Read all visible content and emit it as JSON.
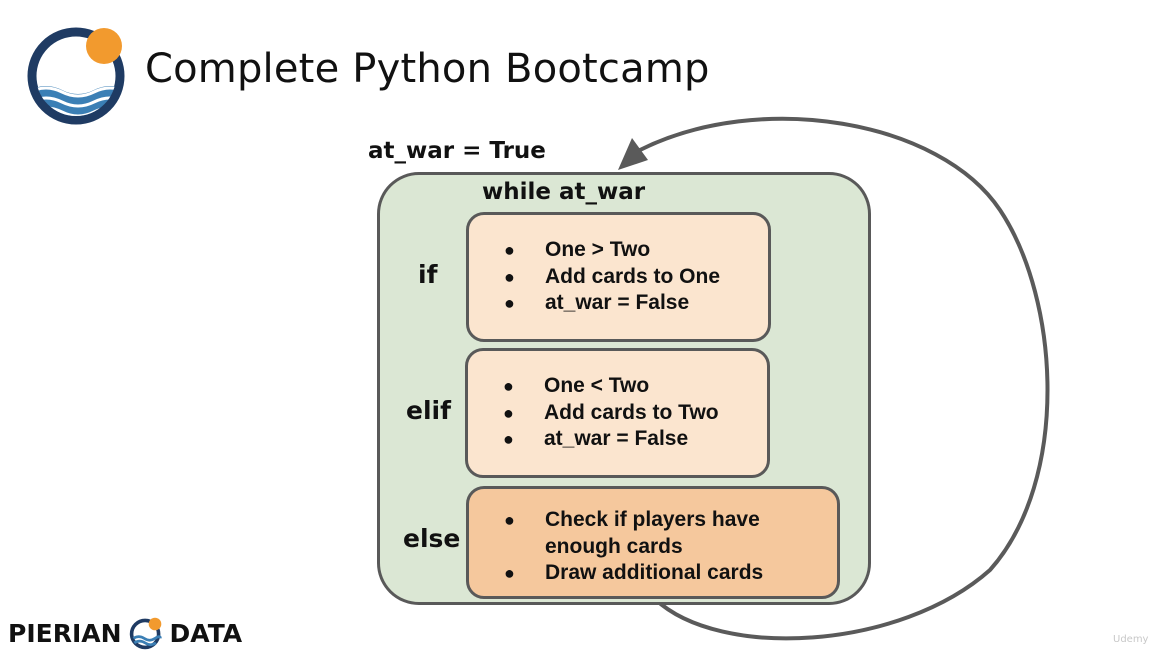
{
  "header": {
    "title": "Complete Python Bootcamp"
  },
  "diagram": {
    "init": "at_war = True",
    "loop_label": "while at_war",
    "branches": [
      {
        "keyword": "if",
        "items": [
          "One > Two",
          "Add cards to One",
          "at_war = False"
        ]
      },
      {
        "keyword": "elif",
        "items": [
          "One < Two",
          "Add cards to Two",
          "at_war = False"
        ]
      },
      {
        "keyword": "else",
        "items": [
          "Check if players have enough cards",
          "Draw additional cards"
        ]
      }
    ],
    "bullet": "●"
  },
  "footer": {
    "brand_left": "PIERIAN",
    "brand_right": "DATA",
    "watermark": "Udemy"
  },
  "colors": {
    "loop_fill": "#dbe7d4",
    "branch_fill": "#fbe5cf",
    "else_fill": "#f5c89d",
    "logo_navy": "#1f3b63",
    "logo_orange": "#f29a2e"
  },
  "icons": {
    "logo": "pierian-data-logo-icon",
    "loop_arrow": "loop-back-arrow-icon"
  }
}
